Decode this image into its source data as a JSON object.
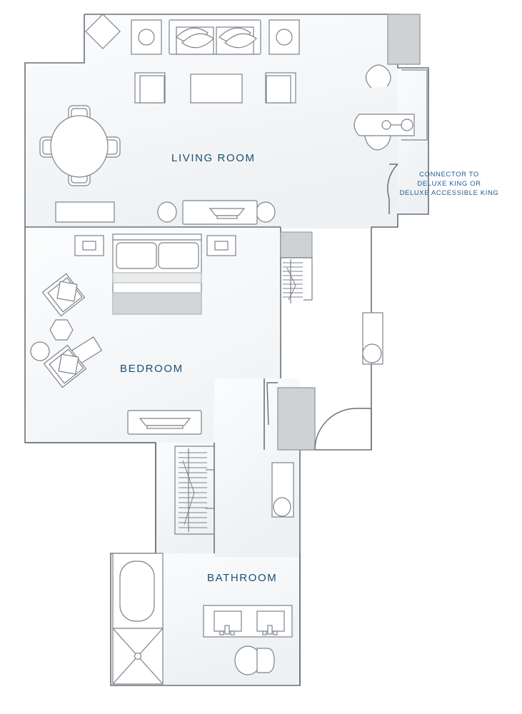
{
  "plan": {
    "title": "Hotel Suite Floor Plan",
    "rooms": [
      {
        "id": "living",
        "label": "LIVING ROOM"
      },
      {
        "id": "bedroom",
        "label": "BEDROOM"
      },
      {
        "id": "bathroom",
        "label": "BATHROOM"
      }
    ],
    "connector": {
      "line1": "CONNECTOR TO",
      "line2": "DELUXE KING OR",
      "line3": "DELUXE ACCESSIBLE KING"
    },
    "colors": {
      "label_text": "#1b4f72",
      "connector_text": "#1f5b8f",
      "wall_stroke": "#6a6f76",
      "furniture_stroke": "#7d838a",
      "floor_fill": "#f7f9fa",
      "shaft_fill": "#cfd2d4",
      "mattress_band": "#d2d5d8",
      "background": "#ffffff"
    },
    "fixtures": {
      "living_room": [
        "diamond-side-table",
        "armchair-left",
        "sofa-with-cushions",
        "armchair-right",
        "lounge-chair-left",
        "coffee-table",
        "lounge-chair-right",
        "round-dining-table-4-chairs",
        "credenza",
        "round-stool-left",
        "tv-console",
        "round-stool-right",
        "desk-with-chair"
      ],
      "bedroom": [
        "nightstand-left",
        "king-bed",
        "nightstand-right",
        "accent-chair-upper",
        "hex-side-table",
        "round-ottoman",
        "bench",
        "accent-chair-lower",
        "dresser-tv-console",
        "wardrobe-closet",
        "console-with-lamp"
      ],
      "bathroom": [
        "bathtub",
        "shower",
        "double-vanity",
        "sink-left",
        "sink-right",
        "toilet",
        "linen-closet",
        "walk-in-closet"
      ],
      "entry": [
        "entry-door-swing",
        "structural-shaft"
      ]
    }
  }
}
